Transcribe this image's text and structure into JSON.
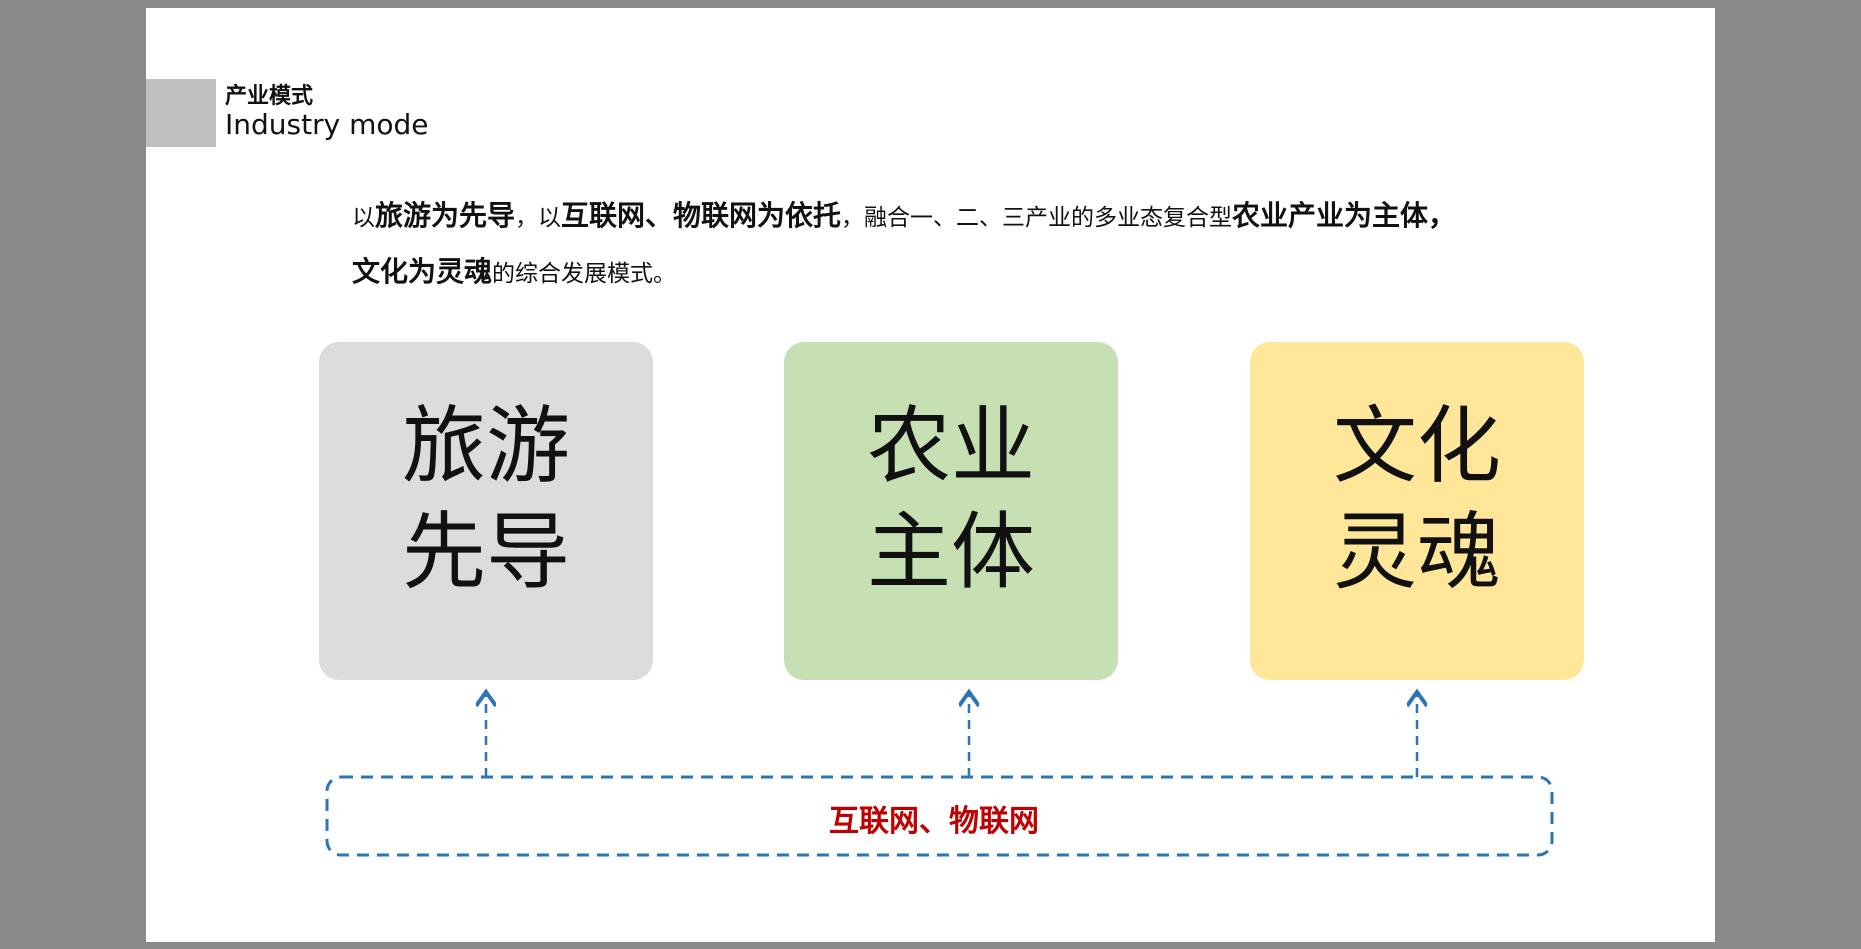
{
  "header": {
    "title_cn": "产业模式",
    "title_en": "Industry mode"
  },
  "intro": {
    "line1": [
      {
        "text": "以",
        "bold": false
      },
      {
        "text": "旅游为先导",
        "bold": true
      },
      {
        "text": "，以",
        "bold": false
      },
      {
        "text": "互联网、物联网为依托",
        "bold": true
      },
      {
        "text": "，融合一、二、三产业的多业态复合型",
        "bold": false
      },
      {
        "text": "农业产业为主体，",
        "bold": true
      }
    ],
    "line2": [
      {
        "text": "文化为灵魂",
        "bold": true
      },
      {
        "text": "的综合发展模式。",
        "bold": false
      }
    ]
  },
  "cards": [
    {
      "line1": "旅游",
      "line2": "先导",
      "color": "#dcdcdc"
    },
    {
      "line1": "农业",
      "line2": "主体",
      "color": "#c6e0b4"
    },
    {
      "line1": "文化",
      "line2": "灵魂",
      "color": "#ffe699"
    }
  ],
  "platform": {
    "label": "互联网、物联网",
    "label_color": "#c00000",
    "border_color": "#2e75b6"
  }
}
